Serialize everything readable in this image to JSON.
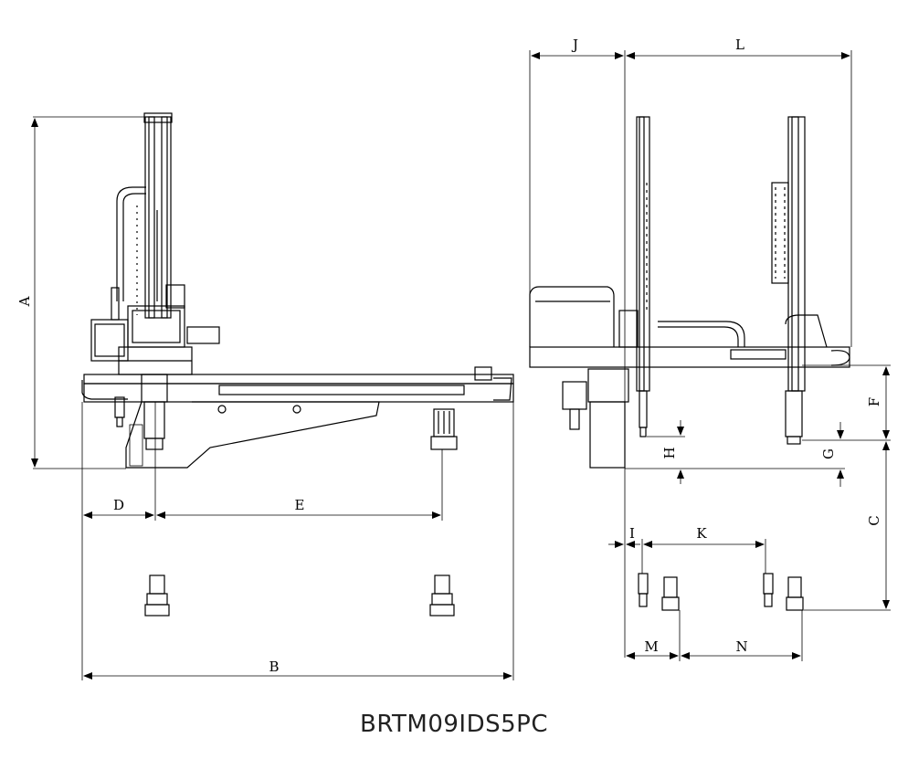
{
  "dimension_labels": {
    "A": "A",
    "B": "B",
    "C": "C",
    "D": "D",
    "E": "E",
    "F": "F",
    "G": "G",
    "H": "H",
    "I": "I",
    "J": "J",
    "K": "K",
    "L": "L",
    "M": "M",
    "N": "N"
  },
  "model_code": "BRTM09IDS5PC",
  "colors": {
    "line": "#000000",
    "dim_line": "#333333",
    "background": "#ffffff"
  }
}
